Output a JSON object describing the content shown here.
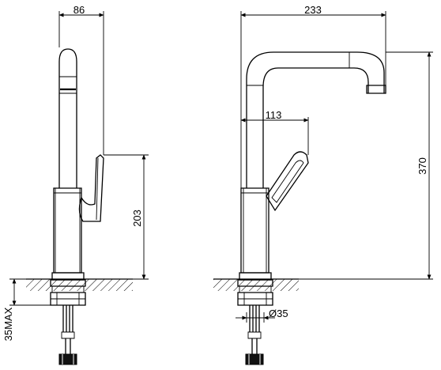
{
  "dimensions": {
    "side_view": {
      "spout_width": "86",
      "handle_height": "203",
      "mount_max": "35MAX"
    },
    "front_view": {
      "spout_reach": "233",
      "handle_reach": "113",
      "total_height": "370",
      "hole_diameter": "Ø35"
    }
  }
}
